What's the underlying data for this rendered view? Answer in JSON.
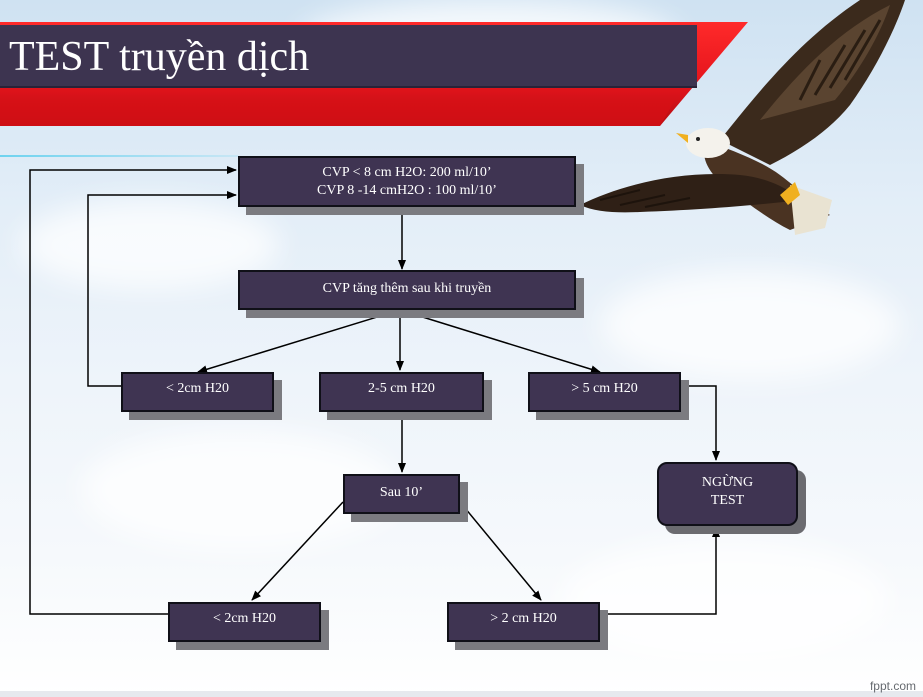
{
  "slide": {
    "title": "TEST truyền dịch",
    "footer": "fppt.com"
  },
  "nodes": {
    "start": {
      "line1": "CVP < 8 cm H2O: 200 ml/10’",
      "line2": "CVP  8 -14 cmH2O : 100 ml/10’"
    },
    "increase": {
      "label": "CVP tăng thêm sau khi truyền"
    },
    "lt2": {
      "label": "< 2cm H20"
    },
    "mid": {
      "label": "2-5 cm H20"
    },
    "gt5": {
      "label": "> 5 cm H20"
    },
    "after10": {
      "label": "Sau 10’"
    },
    "stop": {
      "line1": "NGỪNG",
      "line2": "TEST"
    },
    "after_lt2": {
      "label": "< 2cm H20"
    },
    "after_gt2": {
      "label": "> 2 cm H20"
    }
  },
  "colors": {
    "node_fill": "#3f3452",
    "title_fill": "#3d3450",
    "red_band": "#e4141c",
    "text": "#ffffff"
  },
  "icons": {
    "decoration": "eagle-illustration"
  }
}
